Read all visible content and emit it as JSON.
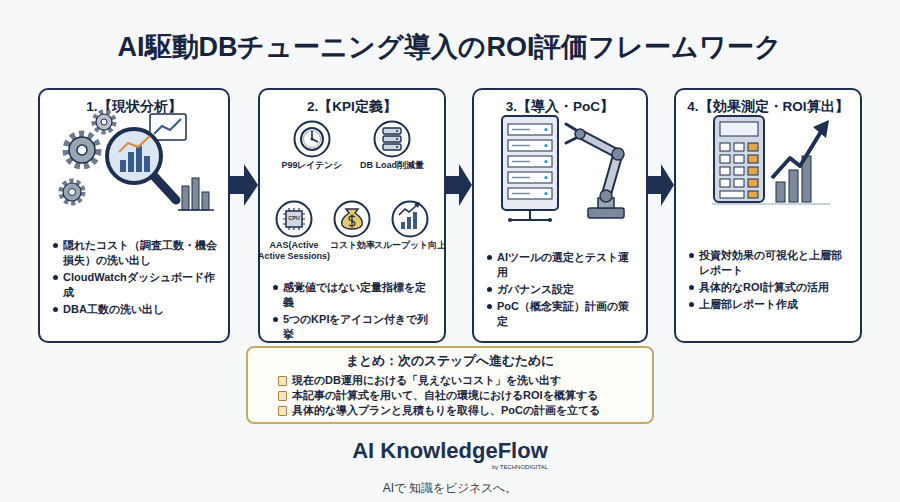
{
  "diagram": {
    "title": "AI駆動DBチューニング導入のROI評価フレームワーク",
    "nodes": [
      {
        "text": [
          "1.【現状分析】",
          "隠れたコスト（調査工数・機会損失）の洗い出し",
          "CloudWatchダッシュボード作成",
          "DBA工数の洗い出し"
        ]
      },
      {
        "text": [
          "2.【KPI定義】",
          "感覚値ではない定量指標を定義",
          "5つのKPIをアイコン付きで列挙"
        ]
      },
      {
        "text": [
          "P99レイテンシ"
        ],
        "in": 1
      },
      {
        "text": [
          "DB Load削減量"
        ],
        "in": 1
      },
      {
        "text": [
          "AAS(Active Active Sessions)"
        ],
        "in": 1
      },
      {
        "text": [
          "コスト効率"
        ],
        "in": 1
      },
      {
        "text": [
          "スループット向上"
        ],
        "in": 1
      },
      {
        "text": [
          "3.【導入・PoC】",
          "AIツールの選定とテスト運用",
          "ガバナンス設定",
          "PoC（概念実証）計画の策定"
        ]
      },
      {
        "text": [
          "4.【効果測定・ROI算出】",
          "投資対効果の可視化と上層部レポート",
          "具体的なROI計算式の活用",
          "上層部レポート作成"
        ]
      },
      {
        "text": [
          "まとめ：次のステップへ進むために",
          "現在のDB運用における「見えないコスト」を洗い出す",
          "本記事の計算式を用いて、自社の環境におけるROIを概算する",
          "具体的な導入プランと見積もりを取得し、PoCの計画を立てる"
        ]
      }
    ],
    "edges": [
      {
        "from": 0,
        "to": 1,
        "arrow": "to"
      },
      {
        "from": 1,
        "to": 7,
        "arrow": "to"
      },
      {
        "from": 7,
        "to": 8,
        "arrow": "to"
      }
    ],
    "labels": [
      "CPU",
      "AI KnowledgeFlow",
      "by TECHNODIGITAL",
      "AIで 知識をビジネスへ。"
    ]
  }
}
